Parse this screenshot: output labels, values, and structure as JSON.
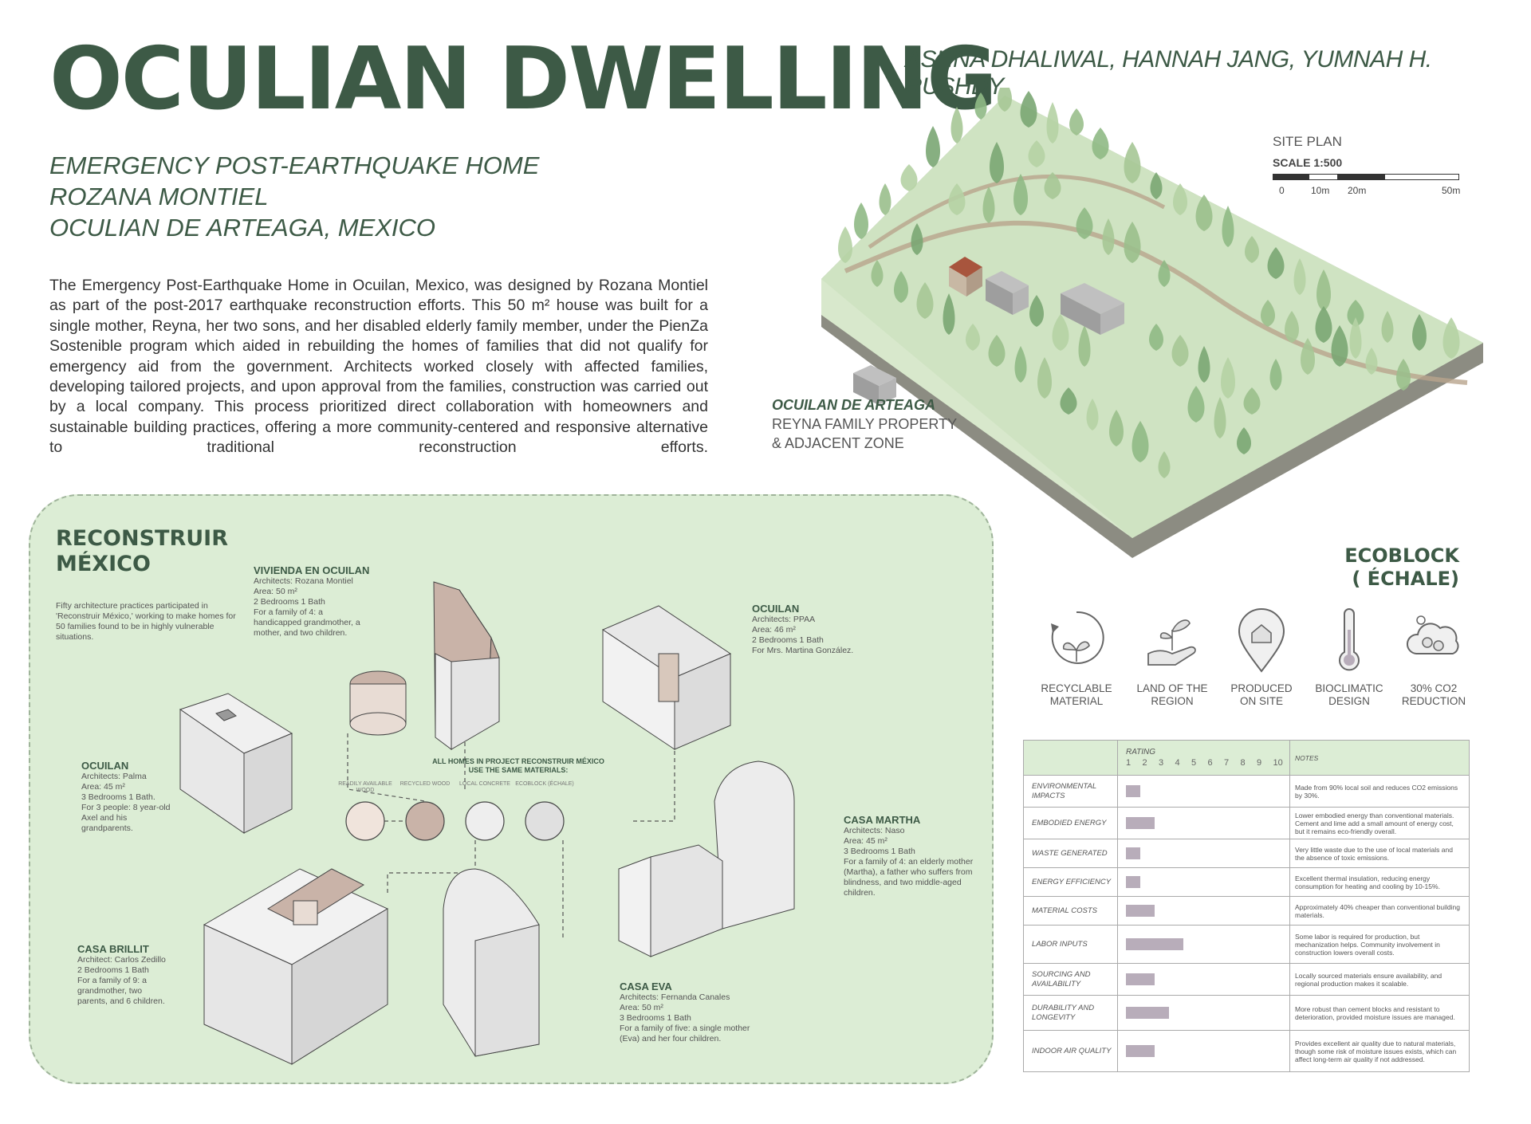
{
  "header": {
    "title": "OCULIAN DWELLING",
    "authors": "ASHNA DHALIWAL, HANNAH JANG, YUMNAH H. RUSHDY",
    "subtitle_lines": [
      "EMERGENCY POST-EARTHQUAKE HOME",
      "ROZANA MONTIEL",
      "OCULIAN DE ARTEAGA, MEXICO"
    ]
  },
  "intro": "The Emergency Post-Earthquake Home in Ocuilan, Mexico, was designed by Rozana Montiel as part of the post-2017 earthquake reconstruction efforts. This 50 m² house was built for a single mother, Reyna, her two sons, and her disabled elderly family member, under the PienZa Sostenible program which aided in rebuilding the homes of families that did not qualify for emergency aid from the government. Architects worked closely with affected families, developing tailored projects, and upon approval from the families, construction was carried out by a local company. This process prioritized direct collaboration with homeowners and sustainable building practices, offering a more community-centered and responsive alternative to traditional reconstruction efforts.",
  "site_plan": {
    "label": "SITE PLAN",
    "scale": "SCALE 1:500",
    "scale_marks": [
      "0",
      "10m",
      "20m",
      "50m"
    ],
    "caption_title": "OCUILAN DE ARTEAGA",
    "caption_lines": [
      "REYNA FAMILY PROPERTY",
      "& ADJACENT ZONE"
    ]
  },
  "reconstruir": {
    "title_lines": [
      "RECONSTRUIR",
      "MÉXICO"
    ],
    "intro": "Fifty architecture practices participated in 'Reconstruir México,' working to make homes for 50 families found to be in highly vulnerable situations.",
    "materials_heading": [
      "ALL HOMES IN PROJECT RECONSTRUIR MÉXICO",
      "USE THE SAME MATERIALS:"
    ],
    "materials": [
      {
        "label": "READILY AVAILABLE WOOD"
      },
      {
        "label": "RECYCLED WOOD"
      },
      {
        "label": "LOCAL CONCRETE"
      },
      {
        "label": "ECOBLOCK (ÉCHALE)"
      }
    ],
    "houses": [
      {
        "name": "VIVIENDA EN OCUILAN",
        "lines": [
          "Architects: Rozana Montiel",
          "Area: 50 m²",
          "2 Bedrooms 1 Bath",
          "For a family of 4: a",
          "handicapped grandmother, a",
          "mother, and two children."
        ]
      },
      {
        "name": "OCUILAN",
        "lines": [
          "Architects: PPAA",
          "Area: 46 m²",
          "2 Bedrooms 1 Bath",
          "For Mrs. Martina González."
        ]
      },
      {
        "name": "OCUILAN",
        "lines": [
          "Architects: Palma",
          "Area: 45 m²",
          "3 Bedrooms 1 Bath.",
          "For 3 people: 8 year-old",
          "Axel and his",
          "grandparents."
        ]
      },
      {
        "name": "CASA MARTHA",
        "lines": [
          "Architects: Naso",
          "Area: 45 m²",
          "3 Bedrooms 1 Bath",
          "For a family of 4: an elderly mother",
          "(Martha), a father who suffers from",
          "blindness, and two middle-aged",
          "children."
        ]
      },
      {
        "name": "CASA BRILLIT",
        "lines": [
          "Architect: Carlos Zedillo",
          "2 Bedrooms 1 Bath",
          "For a family of 9: a",
          "grandmother, two",
          "parents, and 6 children."
        ]
      },
      {
        "name": "CASA EVA",
        "lines": [
          "Architects: Fernanda Canales",
          "Area: 50 m²",
          "3 Bedrooms 1 Bath",
          "For a family of five: a single mother",
          "(Eva) and her four children."
        ]
      }
    ]
  },
  "ecoblock": {
    "title_lines": [
      "ECOBLOCK",
      "( ÉCHALE)"
    ],
    "features": [
      {
        "icon": "recycle-icon",
        "lines": [
          "RECYCLABLE",
          "MATERIAL"
        ]
      },
      {
        "icon": "hand-plant-icon",
        "lines": [
          "LAND OF THE",
          "REGION"
        ]
      },
      {
        "icon": "location-home-icon",
        "lines": [
          "PRODUCED",
          "ON SITE"
        ]
      },
      {
        "icon": "thermometer-icon",
        "lines": [
          "BIOCLIMATIC",
          "DESIGN"
        ]
      },
      {
        "icon": "co2-cloud-icon",
        "lines": [
          "30% CO2",
          "REDUCTION"
        ]
      }
    ],
    "table": {
      "rating_header": "RATING",
      "scale": [
        "1",
        "2",
        "3",
        "4",
        "5",
        "6",
        "7",
        "8",
        "9",
        "10"
      ],
      "notes_header": "NOTES",
      "bar_color": "#b8adba",
      "rows": [
        {
          "label_lines": [
            "ENVIRONMENTAL",
            "IMPACTS"
          ],
          "rating": 1,
          "note": "Made from 90% local soil and reduces CO2 emissions by 30%."
        },
        {
          "label_lines": [
            "EMBODIED ENERGY"
          ],
          "rating": 2,
          "note": "Lower embodied energy than conventional materials. Cement and lime add a small amount of energy cost, but it remains eco-friendly overall."
        },
        {
          "label_lines": [
            "WASTE GENERATED"
          ],
          "rating": 1,
          "note": "Very little waste due to the use of local materials and the absence of toxic emissions."
        },
        {
          "label_lines": [
            "ENERGY EFFICIENCY"
          ],
          "rating": 1,
          "note": "Excellent thermal insulation, reducing energy consumption for heating and cooling by 10-15%."
        },
        {
          "label_lines": [
            "MATERIAL COSTS"
          ],
          "rating": 2,
          "note": "Approximately 40% cheaper than conventional building materials."
        },
        {
          "label_lines": [
            "LABOR INPUTS"
          ],
          "rating": 4,
          "note": "Some labor is required for production, but mechanization helps. Community involvement in construction lowers overall costs."
        },
        {
          "label_lines": [
            "SOURCING AND",
            "AVAILABILITY"
          ],
          "rating": 2,
          "note": "Locally sourced materials ensure availability, and regional production makes it scalable."
        },
        {
          "label_lines": [
            "DURABILITY AND",
            "LONGEVITY"
          ],
          "rating": 3,
          "note": "More robust than cement blocks and resistant to deterioration, provided moisture issues are managed."
        },
        {
          "label_lines": [
            "INDOOR AIR QUALITY"
          ],
          "rating": 2,
          "note": "Provides excellent air quality due to natural materials, though some risk of moisture issues exists, which can affect long-term air quality if not addressed."
        }
      ]
    }
  }
}
